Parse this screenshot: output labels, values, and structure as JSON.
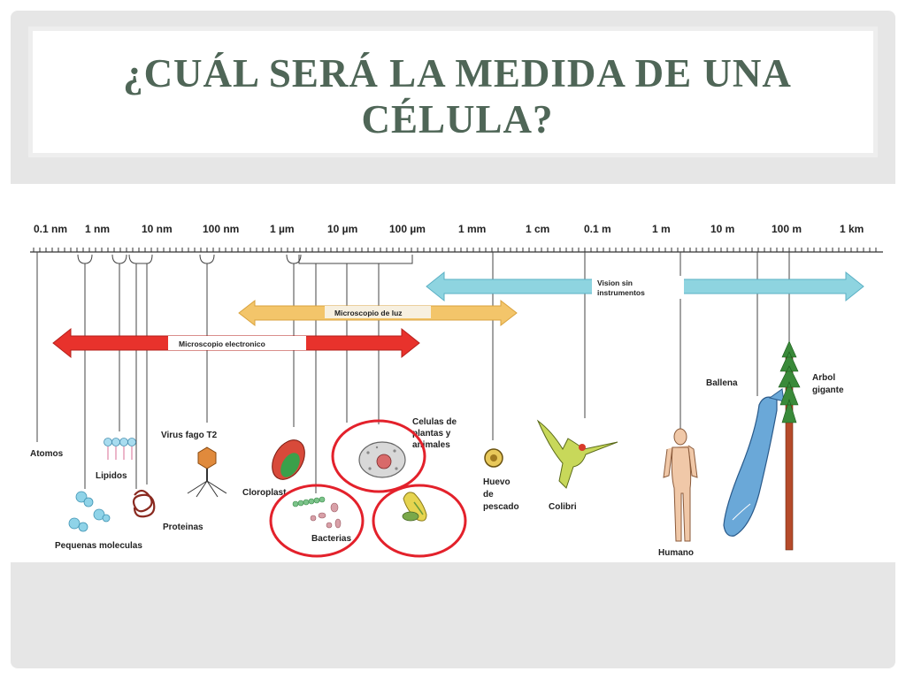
{
  "slide": {
    "title": "¿CUÁL SERÁ LA MEDIDA DE UNA CÉLULA?",
    "colors": {
      "title": "#4f6657",
      "background": "#e6e6e6",
      "highlight": "#e3212b"
    }
  },
  "diagram": {
    "scale_labels": [
      "0.1 nm",
      "1 nm",
      "10 nm",
      "100 nm",
      "1 µm",
      "10 µm",
      "100 µm",
      "1 mm",
      "1 cm",
      "0.1 m",
      "1 m",
      "10 m",
      "100 m",
      "1 km"
    ],
    "bands": {
      "electron": {
        "label": "Microscopio electronico",
        "color": "#e8322c"
      },
      "light": {
        "label": "Microscopio de luz",
        "color": "#f3c56a"
      },
      "naked_eye": {
        "line1": "Vision sin",
        "line2": "instrumentos",
        "color": "#8ed4e0"
      }
    },
    "items": {
      "atomos": "Atomos",
      "lipidos": "Lipidos",
      "moleculas": "Pequenas moleculas",
      "proteinas": "Proteinas",
      "virus": "Virus fago T2",
      "cloroplasto": "Cloroplast",
      "bacterias": "Bacterias",
      "celulas_1": "Celulas de",
      "celulas_2": "plantas y",
      "celulas_3": "animales",
      "huevo_1": "Huevo",
      "huevo_2": "de",
      "huevo_3": "pescado",
      "colibri": "Colibri",
      "humano": "Humano",
      "ballena": "Ballena",
      "arbol_1": "Arbol",
      "arbol_2": "gigante"
    }
  }
}
